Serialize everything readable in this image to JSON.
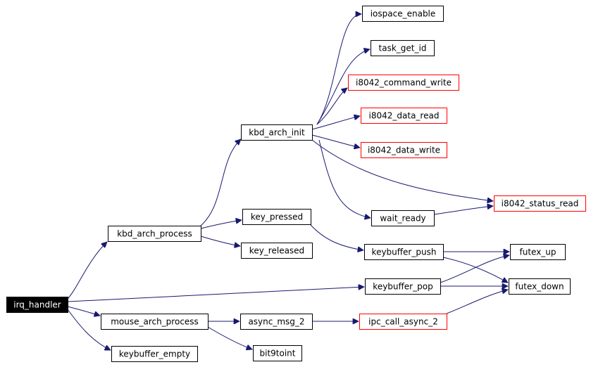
{
  "colors": {
    "edge": "#191970",
    "node_border": "#000000",
    "node_border_undocumented": "#ff0000",
    "root_fill": "#000000",
    "root_text": "#ffffff"
  },
  "nodes": [
    {
      "id": "irq_handler",
      "label": "irq_handler",
      "style": "root"
    },
    {
      "id": "kbd_arch_process",
      "label": "kbd_arch_process",
      "style": "normal"
    },
    {
      "id": "kbd_arch_init",
      "label": "kbd_arch_init",
      "style": "normal"
    },
    {
      "id": "iospace_enable",
      "label": "iospace_enable",
      "style": "normal"
    },
    {
      "id": "task_get_id",
      "label": "task_get_id",
      "style": "normal"
    },
    {
      "id": "i8042_command_write",
      "label": "i8042_command_write",
      "style": "red"
    },
    {
      "id": "i8042_data_read",
      "label": "i8042_data_read",
      "style": "red"
    },
    {
      "id": "i8042_data_write",
      "label": "i8042_data_write",
      "style": "red"
    },
    {
      "id": "i8042_status_read",
      "label": "i8042_status_read",
      "style": "red"
    },
    {
      "id": "wait_ready",
      "label": "wait_ready",
      "style": "normal"
    },
    {
      "id": "key_pressed",
      "label": "key_pressed",
      "style": "normal"
    },
    {
      "id": "key_released",
      "label": "key_released",
      "style": "normal"
    },
    {
      "id": "keybuffer_push",
      "label": "keybuffer_push",
      "style": "normal"
    },
    {
      "id": "futex_up",
      "label": "futex_up",
      "style": "normal"
    },
    {
      "id": "futex_down",
      "label": "futex_down",
      "style": "normal"
    },
    {
      "id": "keybuffer_pop",
      "label": "keybuffer_pop",
      "style": "normal"
    },
    {
      "id": "mouse_arch_process",
      "label": "mouse_arch_process",
      "style": "normal"
    },
    {
      "id": "async_msg_2",
      "label": "async_msg_2",
      "style": "normal"
    },
    {
      "id": "ipc_call_async_2",
      "label": "ipc_call_async_2",
      "style": "red"
    },
    {
      "id": "bit9toint",
      "label": "bit9toint",
      "style": "normal"
    },
    {
      "id": "keybuffer_empty",
      "label": "keybuffer_empty",
      "style": "normal"
    }
  ],
  "edges": [
    {
      "from": "irq_handler",
      "to": "kbd_arch_process"
    },
    {
      "from": "irq_handler",
      "to": "keybuffer_pop"
    },
    {
      "from": "irq_handler",
      "to": "mouse_arch_process"
    },
    {
      "from": "irq_handler",
      "to": "keybuffer_empty"
    },
    {
      "from": "kbd_arch_process",
      "to": "kbd_arch_init"
    },
    {
      "from": "kbd_arch_process",
      "to": "key_pressed"
    },
    {
      "from": "kbd_arch_process",
      "to": "key_released"
    },
    {
      "from": "kbd_arch_init",
      "to": "iospace_enable"
    },
    {
      "from": "kbd_arch_init",
      "to": "task_get_id"
    },
    {
      "from": "kbd_arch_init",
      "to": "i8042_command_write"
    },
    {
      "from": "kbd_arch_init",
      "to": "i8042_data_read"
    },
    {
      "from": "kbd_arch_init",
      "to": "i8042_data_write"
    },
    {
      "from": "kbd_arch_init",
      "to": "i8042_status_read"
    },
    {
      "from": "kbd_arch_init",
      "to": "wait_ready"
    },
    {
      "from": "wait_ready",
      "to": "i8042_status_read"
    },
    {
      "from": "key_pressed",
      "to": "keybuffer_push"
    },
    {
      "from": "keybuffer_push",
      "to": "futex_up"
    },
    {
      "from": "keybuffer_push",
      "to": "futex_down"
    },
    {
      "from": "keybuffer_pop",
      "to": "futex_up"
    },
    {
      "from": "keybuffer_pop",
      "to": "futex_down"
    },
    {
      "from": "mouse_arch_process",
      "to": "async_msg_2"
    },
    {
      "from": "mouse_arch_process",
      "to": "bit9toint"
    },
    {
      "from": "async_msg_2",
      "to": "ipc_call_async_2"
    },
    {
      "from": "ipc_call_async_2",
      "to": "futex_down"
    }
  ]
}
